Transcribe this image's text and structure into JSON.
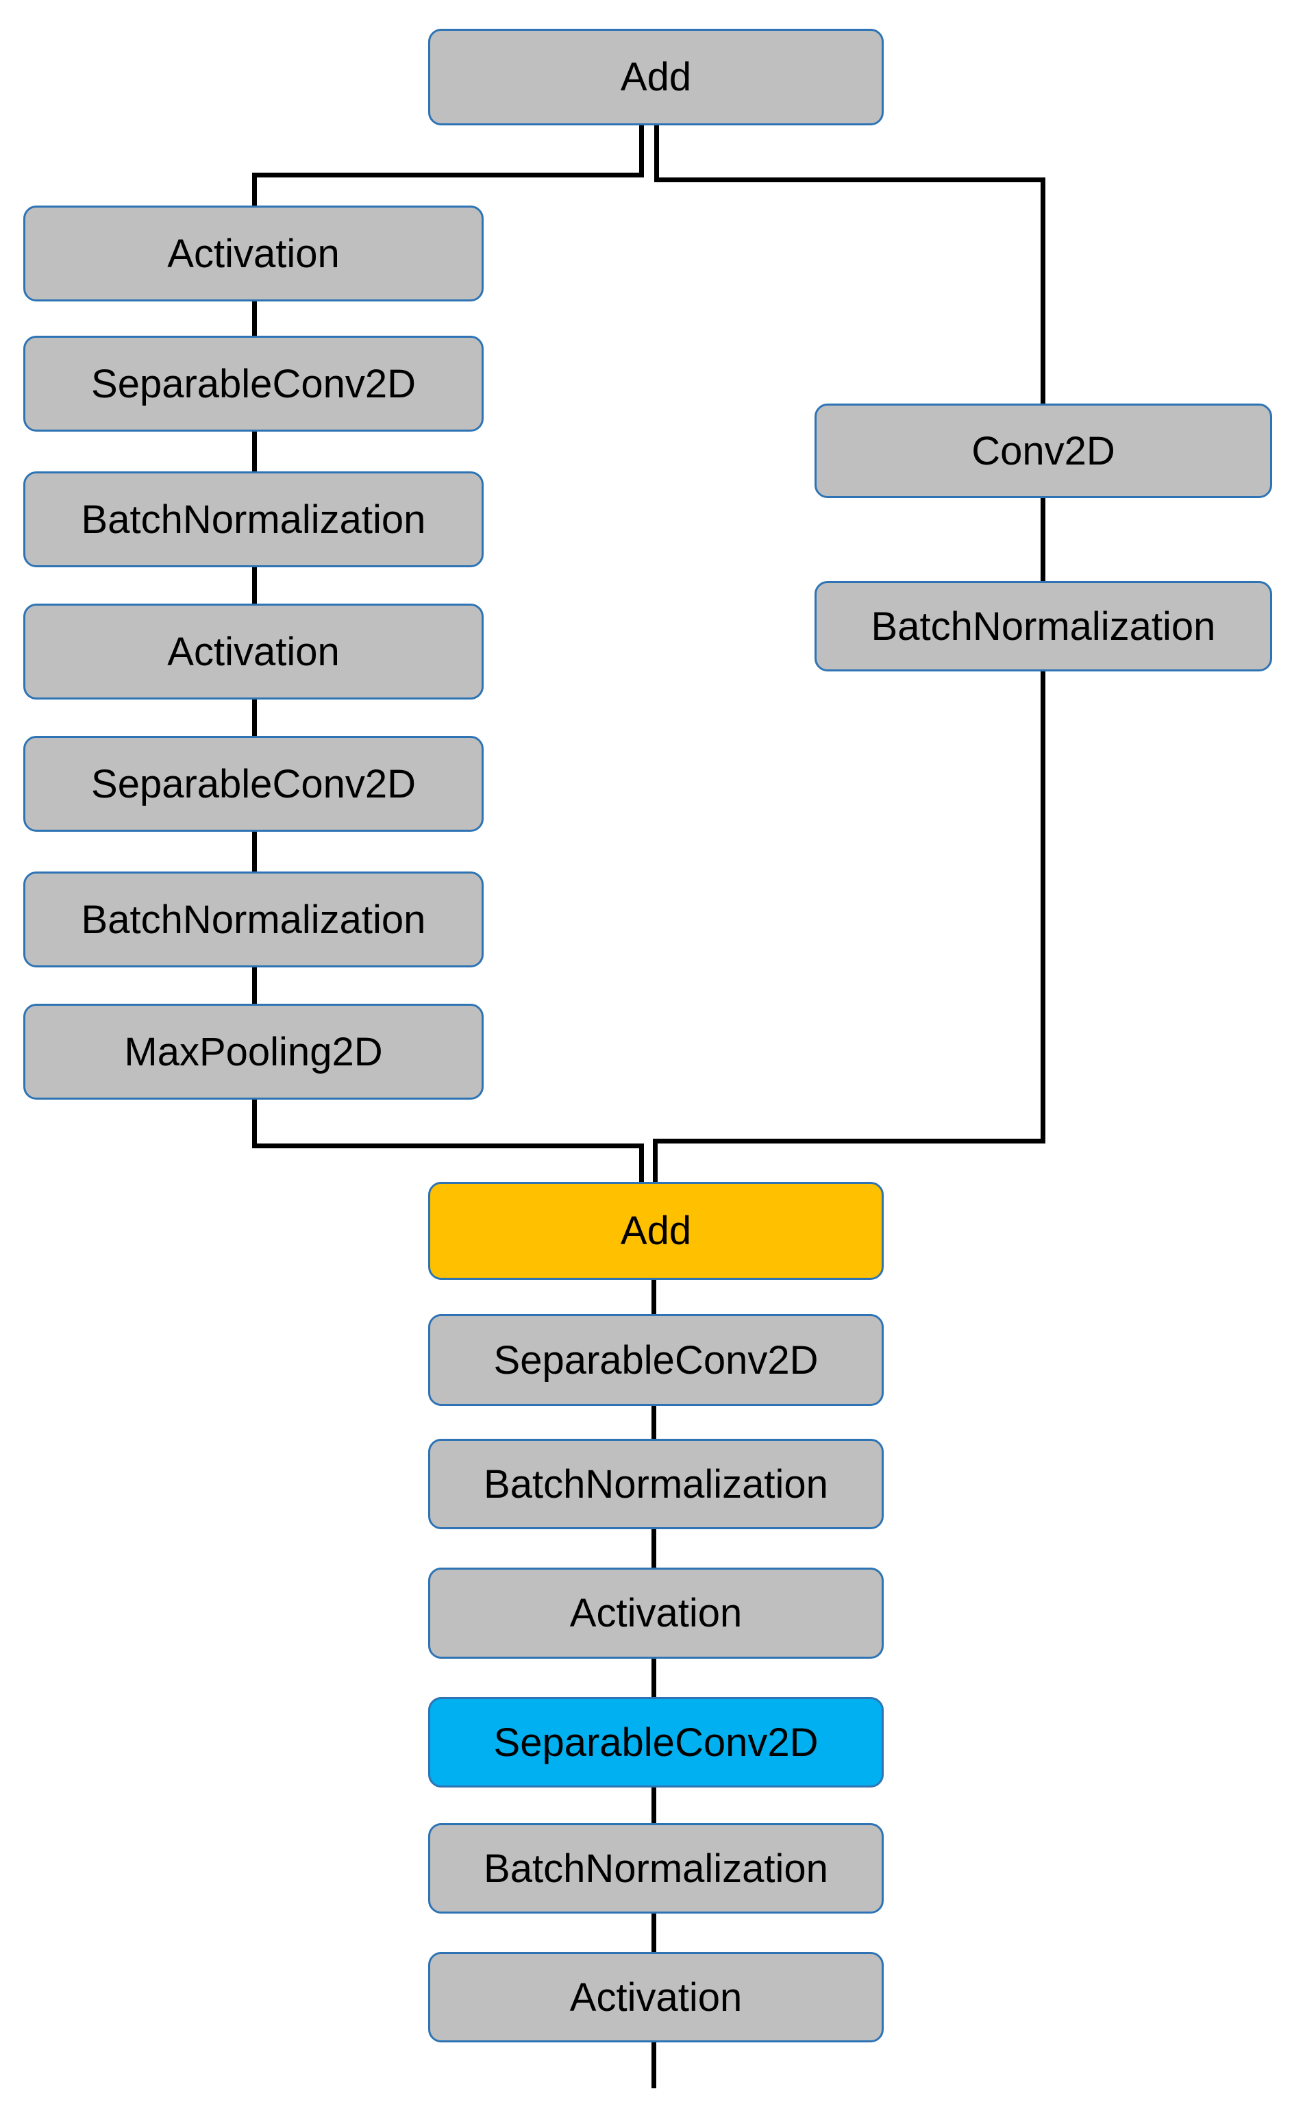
{
  "diagram": {
    "colors": {
      "canvas_bg": "#ffffff",
      "node_fill": "#bfbfbf",
      "node_border": "#2e74b5",
      "highlight_fill": "#ffc000",
      "accent_fill": "#00b0f0",
      "edge": "#000000",
      "text": "#000000"
    },
    "nodes": [
      {
        "id": "add-top",
        "label": "Add",
        "variant": "default"
      },
      {
        "id": "activation-1",
        "label": "Activation",
        "variant": "default"
      },
      {
        "id": "separableconv2d-1",
        "label": "SeparableConv2D",
        "variant": "default"
      },
      {
        "id": "batchnormalization-1",
        "label": "BatchNormalization",
        "variant": "default"
      },
      {
        "id": "activation-2",
        "label": "Activation",
        "variant": "default"
      },
      {
        "id": "separableconv2d-2",
        "label": "SeparableConv2D",
        "variant": "default"
      },
      {
        "id": "batchnormalization-2",
        "label": "BatchNormalization",
        "variant": "default"
      },
      {
        "id": "maxpooling2d",
        "label": "MaxPooling2D",
        "variant": "default"
      },
      {
        "id": "conv2d",
        "label": "Conv2D",
        "variant": "default"
      },
      {
        "id": "batchnormalization-skip",
        "label": "BatchNormalization",
        "variant": "default"
      },
      {
        "id": "add-merge",
        "label": "Add",
        "variant": "highlight"
      },
      {
        "id": "separableconv2d-3",
        "label": "SeparableConv2D",
        "variant": "default"
      },
      {
        "id": "batchnormalization-3",
        "label": "BatchNormalization",
        "variant": "default"
      },
      {
        "id": "activation-3",
        "label": "Activation",
        "variant": "default"
      },
      {
        "id": "separableconv2d-4",
        "label": "SeparableConv2D",
        "variant": "accent"
      },
      {
        "id": "batchnormalization-4",
        "label": "BatchNormalization",
        "variant": "default"
      },
      {
        "id": "activation-4",
        "label": "Activation",
        "variant": "default"
      }
    ],
    "connections": [
      {
        "from": "add-top",
        "to": "activation-1",
        "branch": "left"
      },
      {
        "from": "activation-1",
        "to": "separableconv2d-1",
        "branch": "left"
      },
      {
        "from": "separableconv2d-1",
        "to": "batchnormalization-1",
        "branch": "left"
      },
      {
        "from": "batchnormalization-1",
        "to": "activation-2",
        "branch": "left"
      },
      {
        "from": "activation-2",
        "to": "separableconv2d-2",
        "branch": "left"
      },
      {
        "from": "separableconv2d-2",
        "to": "batchnormalization-2",
        "branch": "left"
      },
      {
        "from": "batchnormalization-2",
        "to": "maxpooling2d",
        "branch": "left"
      },
      {
        "from": "maxpooling2d",
        "to": "add-merge",
        "branch": "left"
      },
      {
        "from": "add-top",
        "to": "conv2d",
        "branch": "right"
      },
      {
        "from": "conv2d",
        "to": "batchnormalization-skip",
        "branch": "right"
      },
      {
        "from": "batchnormalization-skip",
        "to": "add-merge",
        "branch": "right"
      },
      {
        "from": "add-merge",
        "to": "separableconv2d-3",
        "branch": "main"
      },
      {
        "from": "separableconv2d-3",
        "to": "batchnormalization-3",
        "branch": "main"
      },
      {
        "from": "batchnormalization-3",
        "to": "activation-3",
        "branch": "main"
      },
      {
        "from": "activation-3",
        "to": "separableconv2d-4",
        "branch": "main"
      },
      {
        "from": "separableconv2d-4",
        "to": "batchnormalization-4",
        "branch": "main"
      },
      {
        "from": "batchnormalization-4",
        "to": "activation-4",
        "branch": "main"
      },
      {
        "from": "activation-4",
        "to": "output",
        "branch": "main"
      }
    ]
  }
}
